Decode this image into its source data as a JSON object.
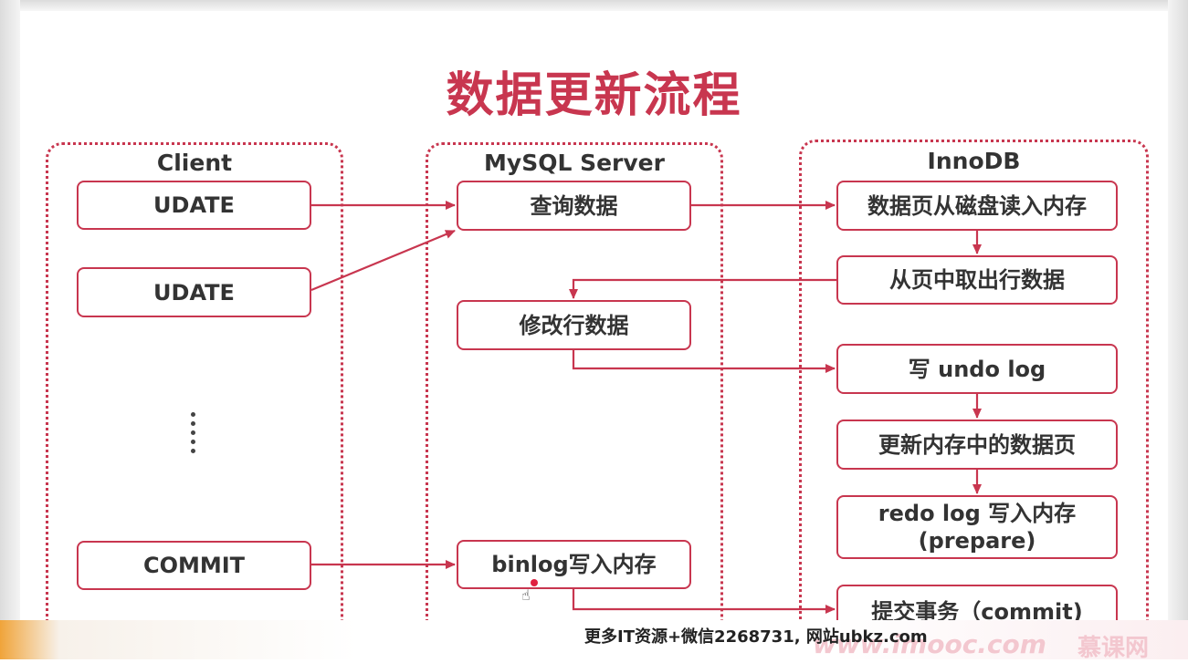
{
  "title": "数据更新流程",
  "lanes": {
    "client": "Client",
    "server": "MySQL Server",
    "innodb": "InnoDB"
  },
  "client": {
    "update_1": "UDATE",
    "update_2": "UDATE",
    "commit": "COMMIT"
  },
  "server": {
    "query": "查询数据",
    "modify": "修改行数据",
    "binlog": "binlog写入内存"
  },
  "innodb": {
    "read_page": "数据页从磁盘读入内存",
    "fetch_row": "从页中取出行数据",
    "undo": "写 undo log",
    "update_page": "更新内存中的数据页",
    "redo_line1": "redo log 写入内存",
    "redo_line2": "(prepare)",
    "commit": "提交事务（commit)"
  },
  "watermark": {
    "text": "更多IT资源+微信2268731, 网站ubkz.com",
    "brand": "www.imooc.com",
    "brand_cn": "慕课网"
  },
  "colors": {
    "accent": "#c8364f",
    "text": "#333333"
  }
}
